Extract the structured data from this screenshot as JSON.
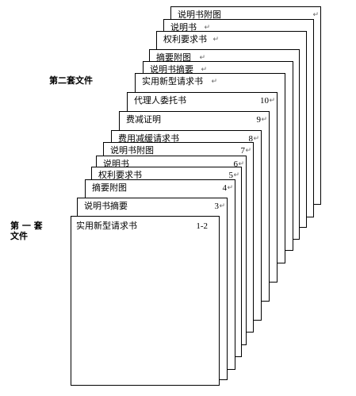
{
  "labels": {
    "second_set": "第二套文件",
    "first_set_line1": "第 一 套",
    "first_set_line2": "文件"
  },
  "second_set": [
    {
      "name": "说明书附图",
      "number": ""
    },
    {
      "name": "说明书",
      "number": ""
    },
    {
      "name": "权利要求书",
      "number": ""
    },
    {
      "name": "摘要附图",
      "number": ""
    },
    {
      "name": "说明书摘要",
      "number": ""
    },
    {
      "name": "实用新型请求书",
      "number": ""
    }
  ],
  "first_set": [
    {
      "name": "代理人委托书",
      "number": "10"
    },
    {
      "name": "费减证明",
      "number": "9"
    },
    {
      "name": "费用减缓请求书",
      "number": "8"
    },
    {
      "name": "说明书附图",
      "number": "7"
    },
    {
      "name": "说明书",
      "number": "6"
    },
    {
      "name": "权利要求书",
      "number": "5"
    },
    {
      "name": "摘要附图",
      "number": "4"
    },
    {
      "name": "说明书摘要",
      "number": "3"
    },
    {
      "name": "实用新型请求书",
      "number": "1-2"
    }
  ],
  "paragraph_mark": "↵"
}
